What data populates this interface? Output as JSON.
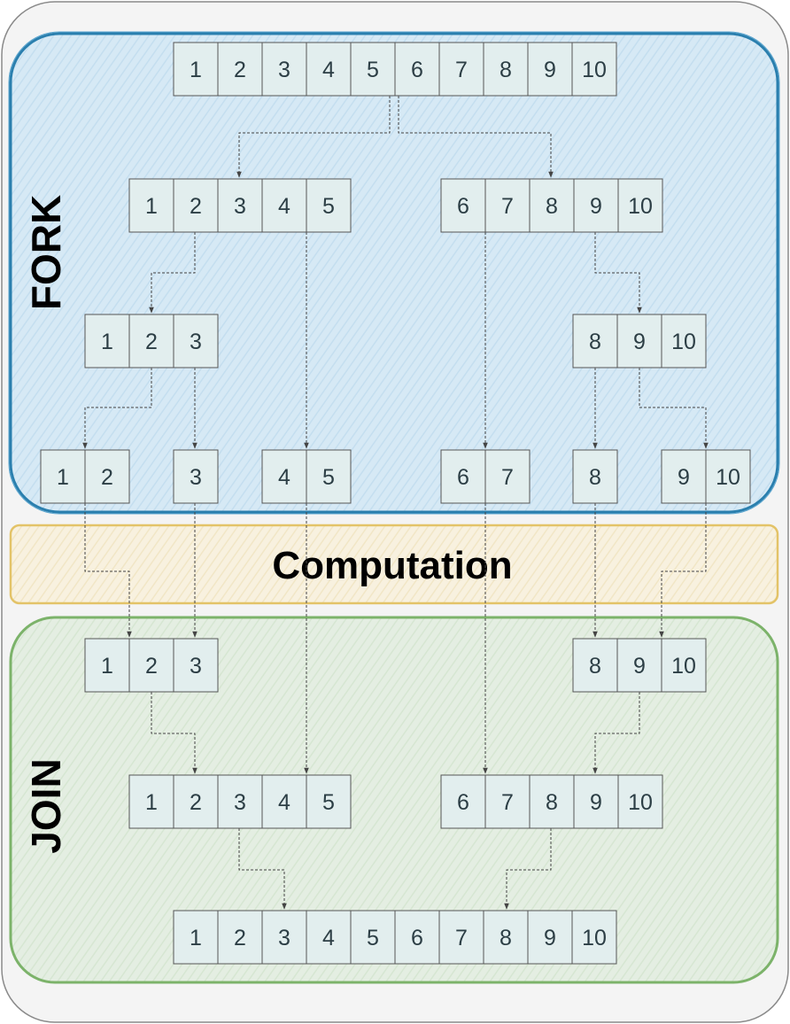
{
  "labels": {
    "fork": "FORK",
    "computation": "Computation",
    "join": "JOIN"
  },
  "colors": {
    "outer_fill": "#f4f4f4",
    "outer_stroke": "#8a8a8a",
    "fork_fill": "#dbecf6",
    "fork_stroke": "#2a7fae",
    "computation_fill": "#f8f1df",
    "computation_stroke": "#e3c368",
    "join_fill": "#e6efe4",
    "join_stroke": "#7cb36a",
    "cell_fill": "#e2eeee",
    "cell_stroke": "#555555",
    "connector": "#444444"
  },
  "arrays": [
    {
      "id": "fork-root",
      "values": [
        "1",
        "2",
        "3",
        "4",
        "5",
        "6",
        "7",
        "8",
        "9",
        "10"
      ]
    },
    {
      "id": "fork-left-half",
      "values": [
        "1",
        "2",
        "3",
        "4",
        "5"
      ]
    },
    {
      "id": "fork-right-half",
      "values": [
        "6",
        "7",
        "8",
        "9",
        "10"
      ]
    },
    {
      "id": "fork-left-quarter",
      "values": [
        "1",
        "2",
        "3"
      ]
    },
    {
      "id": "fork-right-quarter",
      "values": [
        "8",
        "9",
        "10"
      ]
    },
    {
      "id": "fork-leaf-1-2",
      "values": [
        "1",
        "2"
      ]
    },
    {
      "id": "fork-leaf-3",
      "values": [
        "3"
      ]
    },
    {
      "id": "fork-leaf-4-5",
      "values": [
        "4",
        "5"
      ]
    },
    {
      "id": "fork-leaf-6-7",
      "values": [
        "6",
        "7"
      ]
    },
    {
      "id": "fork-leaf-8",
      "values": [
        "8"
      ]
    },
    {
      "id": "fork-leaf-9-10",
      "values": [
        "9",
        "10"
      ]
    },
    {
      "id": "join-left-quarter",
      "values": [
        "1",
        "2",
        "3"
      ]
    },
    {
      "id": "join-right-quarter",
      "values": [
        "8",
        "9",
        "10"
      ]
    },
    {
      "id": "join-left-half",
      "values": [
        "1",
        "2",
        "3",
        "4",
        "5"
      ]
    },
    {
      "id": "join-right-half",
      "values": [
        "6",
        "7",
        "8",
        "9",
        "10"
      ]
    },
    {
      "id": "join-root",
      "values": [
        "1",
        "2",
        "3",
        "4",
        "5",
        "6",
        "7",
        "8",
        "9",
        "10"
      ]
    }
  ]
}
